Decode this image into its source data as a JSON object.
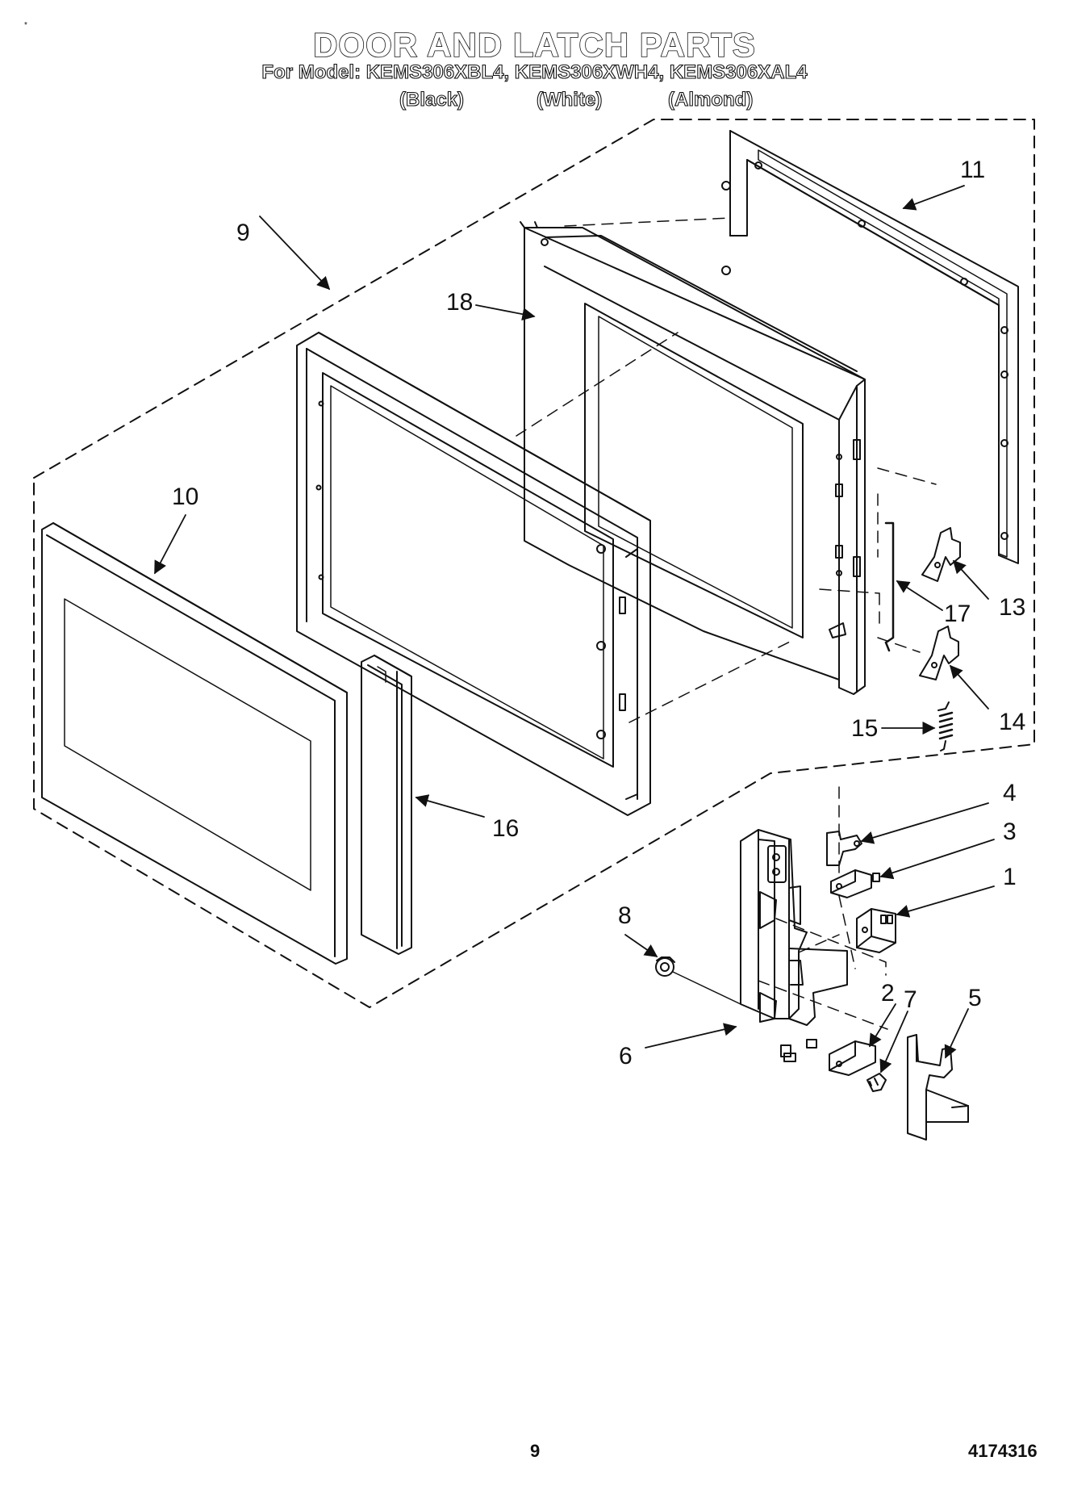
{
  "header": {
    "title": "DOOR AND LATCH PARTS",
    "subtitle": "For Model: KEMS306XBL4, KEMS306XWH4, KEMS306XAL4",
    "color_black": "(Black)",
    "color_white": "(White)",
    "color_almond": "(Almond)"
  },
  "callouts": {
    "c1": "1",
    "c2": "2",
    "c3": "3",
    "c4": "4",
    "c5": "5",
    "c6": "6",
    "c7": "7",
    "c8": "8",
    "c9": "9",
    "c10": "10",
    "c11": "11",
    "c13": "13",
    "c14": "14",
    "c15": "15",
    "c16": "16",
    "c17": "17",
    "c18": "18"
  },
  "footer": {
    "page_number": "9",
    "doc_number": "4174316"
  },
  "corner_mark": "*"
}
